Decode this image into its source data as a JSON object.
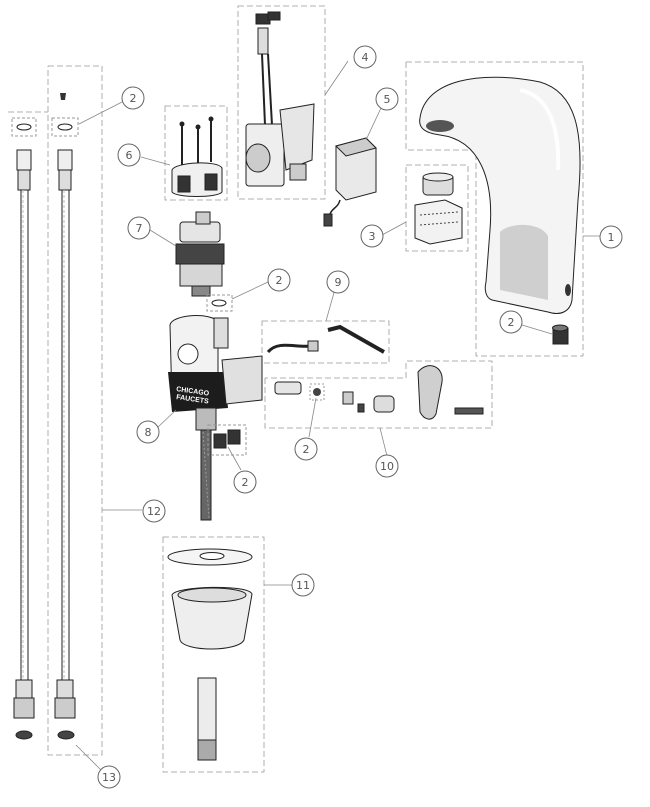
{
  "diagram": {
    "brand_label_line1": "CHICAGO",
    "brand_label_line2": "FAUCETS",
    "callouts": [
      {
        "id": "c1",
        "label": "1"
      },
      {
        "id": "c2a",
        "label": "2"
      },
      {
        "id": "c2b",
        "label": "2"
      },
      {
        "id": "c2c",
        "label": "2"
      },
      {
        "id": "c2d",
        "label": "2"
      },
      {
        "id": "c2e",
        "label": "2"
      },
      {
        "id": "c3",
        "label": "3"
      },
      {
        "id": "c4",
        "label": "4"
      },
      {
        "id": "c5",
        "label": "5"
      },
      {
        "id": "c6",
        "label": "6"
      },
      {
        "id": "c7",
        "label": "7"
      },
      {
        "id": "c8",
        "label": "8"
      },
      {
        "id": "c9",
        "label": "9"
      },
      {
        "id": "c10",
        "label": "10"
      },
      {
        "id": "c11",
        "label": "11"
      },
      {
        "id": "c12",
        "label": "12"
      },
      {
        "id": "c13",
        "label": "13"
      }
    ]
  }
}
